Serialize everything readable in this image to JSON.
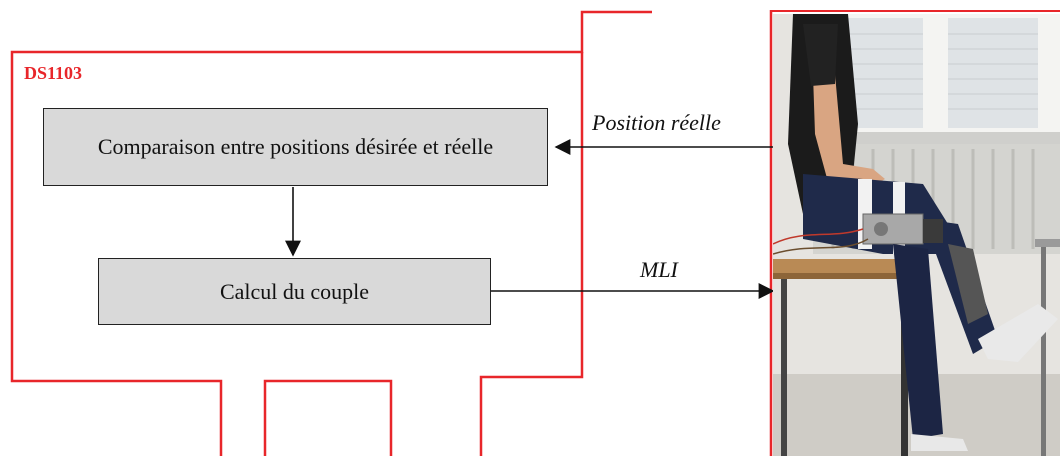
{
  "board": {
    "label": "DS1103",
    "color": "#e8262a"
  },
  "blocks": {
    "compare": "Comparaison entre positions désirée et réelle",
    "torque": "Calcul du couple"
  },
  "signals": {
    "feedback": "Position réelle",
    "command": "MLI"
  },
  "photo": {
    "subject": "person seated wearing knee exoskeleton on table"
  }
}
